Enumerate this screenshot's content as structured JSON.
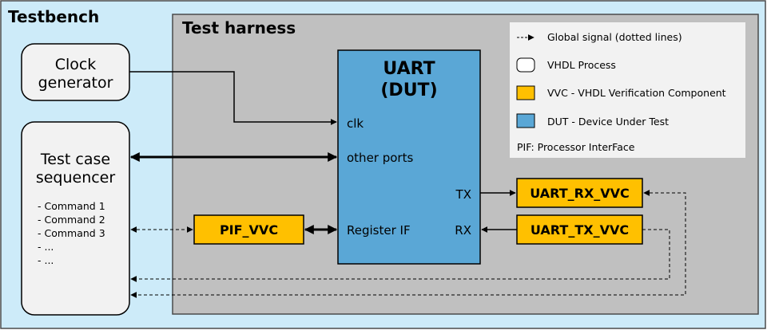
{
  "testbench": {
    "title": "Testbench"
  },
  "harness": {
    "title": "Test harness"
  },
  "clock_generator": {
    "line1": "Clock",
    "line2": "generator"
  },
  "sequencer": {
    "line1": "Test case",
    "line2": "sequencer",
    "commands": [
      "- Command 1",
      "- Command 2",
      "- Command 3",
      "- ...",
      "- ..."
    ]
  },
  "dut": {
    "title1": "UART",
    "title2": "(DUT)",
    "ports": {
      "clk": "clk",
      "other": "other ports",
      "register": "Register IF",
      "tx": "TX",
      "rx": "RX"
    }
  },
  "vvcs": {
    "pif": "PIF_VVC",
    "uart_rx": "UART_RX_VVC",
    "uart_tx": "UART_TX_VVC"
  },
  "legend": {
    "global_signal": "Global signal (dotted lines)",
    "vhdl_process": "VHDL Process",
    "vvc": "VVC - VHDL Verification Component",
    "dut": "DUT - Device Under Test",
    "pif": "PIF: Processor InterFace"
  },
  "colors": {
    "testbench_bg": "#cdebf9",
    "harness_bg": "#c0c0c0",
    "dut_fill": "#5aa7d6",
    "vvc_fill": "#ffc000",
    "process_fill": "#f2f2f2",
    "legend_bg": "#f2f2f2"
  }
}
